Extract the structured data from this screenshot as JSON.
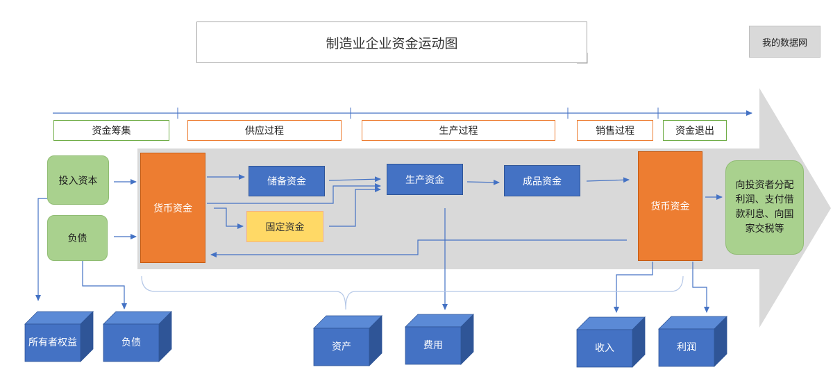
{
  "title": "制造业企业资金运动图",
  "brand": "我的数据网",
  "stages": {
    "raising": "资金筹集",
    "supply": "供应过程",
    "production": "生产过程",
    "sales": "销售过程",
    "exit": "资金退出"
  },
  "sources": {
    "capital": "投入资本",
    "debt": "负债"
  },
  "nodes": {
    "money_left": "货币资金",
    "reserve": "储备资金",
    "fixed": "固定资金",
    "production": "生产资金",
    "finished": "成品资金",
    "money_right": "货币资金",
    "distribution": "向投资者分配利润、支付借款利息、向国家交税等"
  },
  "cubes": {
    "equity": "所有者权益",
    "liability": "负债",
    "assets": "资产",
    "expenses": "费用",
    "income": "收入",
    "profit": "利润"
  },
  "colors": {
    "arrow_line": "#4472c4",
    "orange": "#ed7d31",
    "blue": "#4472c4",
    "green": "#a9d18e",
    "yellow": "#ffd966",
    "gray": "#d9d9d9"
  }
}
